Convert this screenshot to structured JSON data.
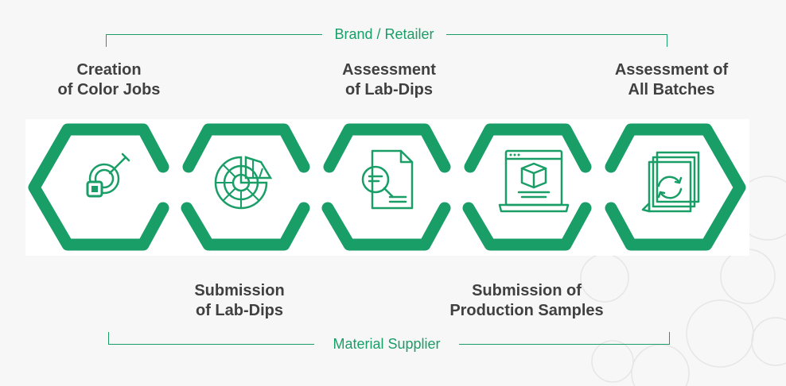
{
  "roles": {
    "top": "Brand / Retailer",
    "bottom": "Material Supplier"
  },
  "steps": [
    {
      "label_line1": "Creation",
      "label_line2": "of Color Jobs",
      "icon": "color-picker-icon"
    },
    {
      "label_line1": "Submission",
      "label_line2": "of Lab-Dips",
      "icon": "color-wheel-icon"
    },
    {
      "label_line1": "Assessment",
      "label_line2": "of Lab-Dips",
      "icon": "document-search-icon"
    },
    {
      "label_line1": "Submission of",
      "label_line2": "Production Samples",
      "icon": "laptop-package-icon"
    },
    {
      "label_line1": "Assessment of",
      "label_line2": "All Batches",
      "icon": "batch-refresh-icon"
    }
  ],
  "colors": {
    "accent": "#1a9e67",
    "text": "#404040",
    "background": "#f7f7f7"
  }
}
